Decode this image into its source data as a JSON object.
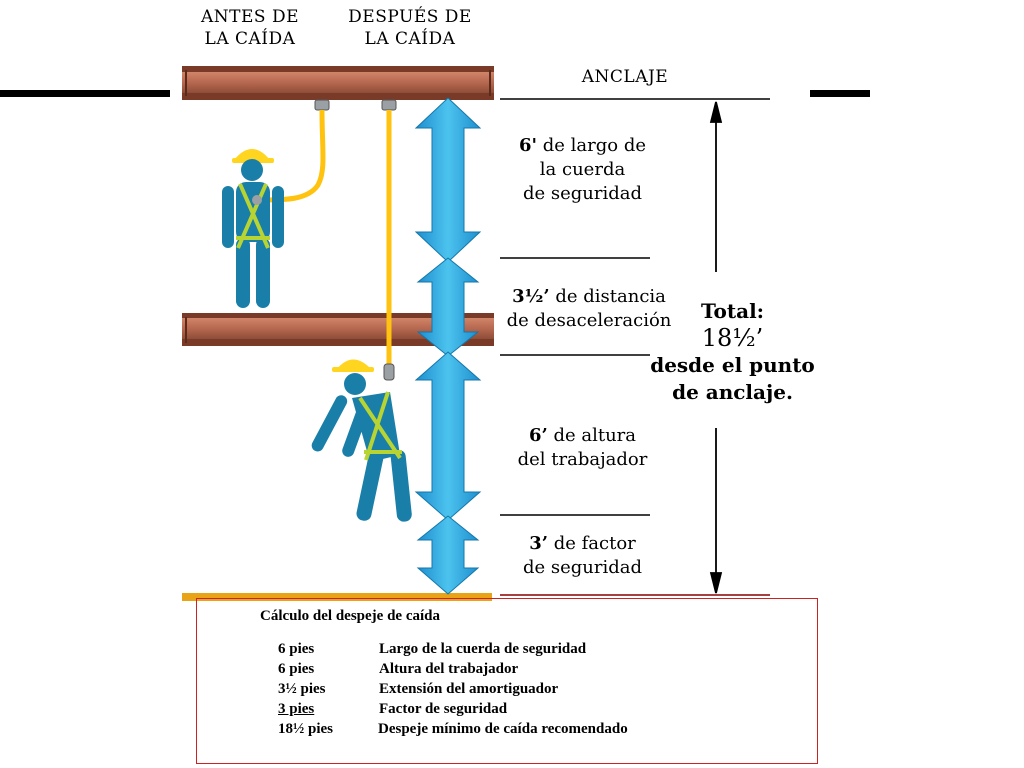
{
  "headers": {
    "before_fall": "ANTES DE\nLA CAÍDA",
    "after_fall": "DESPUÉS DE\nLA CAÍDA",
    "anchor": "ANCLAJE"
  },
  "segments": [
    {
      "bold": "6'",
      "rest": " de largo de\nla cuerda\nde seguridad"
    },
    {
      "bold": "3½’",
      "rest": " de distancia\nde desaceleración"
    },
    {
      "bold": "6’",
      "rest": " de altura\ndel trabajador"
    },
    {
      "bold": "3’",
      "rest": " de factor\nde seguridad"
    }
  ],
  "total": {
    "line1": "Total:",
    "line2": "18½’",
    "line3": "desde el punto",
    "line4": "de anclaje."
  },
  "calculation": {
    "title": "Cálculo del despeje de caída",
    "rows": [
      {
        "amount": "6 pies",
        "description": "Largo de la cuerda de seguridad"
      },
      {
        "amount": "6 pies",
        "description": "Altura del trabajador"
      },
      {
        "amount": "3½ pies",
        "description": "Extensión del amortiguador"
      },
      {
        "amount": "3 pies",
        "description": "Factor de seguridad"
      },
      {
        "amount": "18½ pies",
        "description": "Despeje mínimo de caída recomendado"
      }
    ]
  },
  "colors": {
    "beam": "#b5674f",
    "beam_dark": "#7a3a28",
    "arrow": "#29abe2",
    "worker": "#1a7fa8",
    "helmet": "#ffd51f",
    "lanyard": "#ffc20e",
    "harness": "#b8d433",
    "floor": "#e8a317",
    "box_border": "#cc2222"
  },
  "icons": [
    "beam-icon",
    "worker-standing-icon",
    "worker-falling-icon",
    "double-arrow-icon",
    "lanyard-icon"
  ]
}
